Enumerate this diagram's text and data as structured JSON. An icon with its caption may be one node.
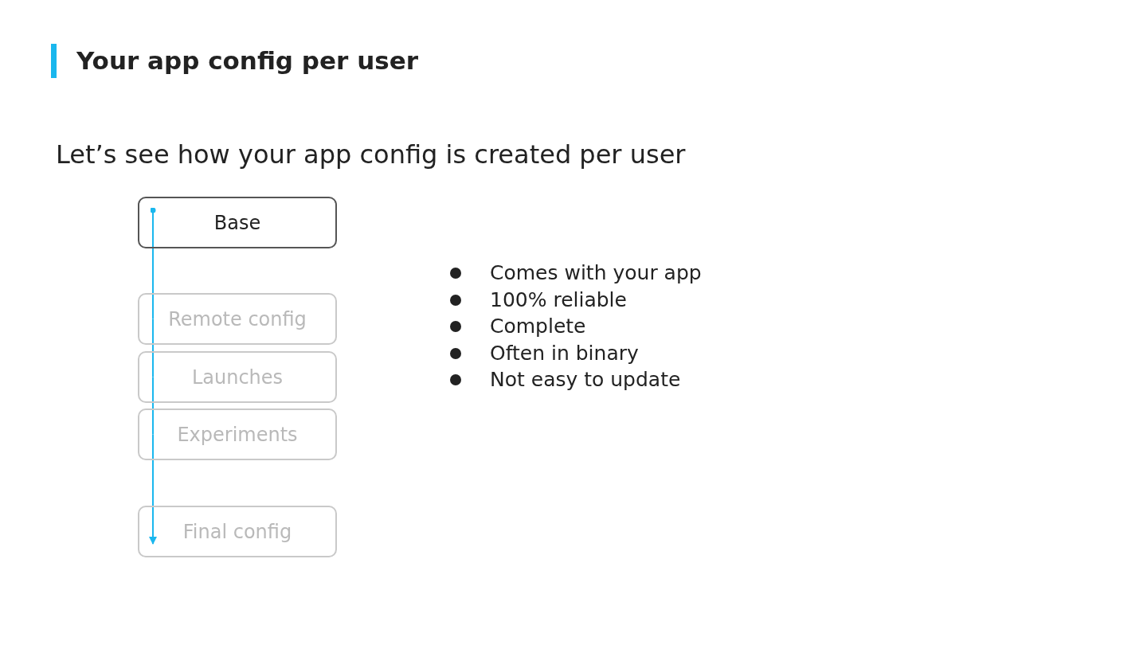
{
  "diagram": {
    "title": "Your app config per user",
    "nodes": [
      {
        "text": [
          "Base"
        ]
      },
      {
        "text": [
          "Remote config"
        ]
      },
      {
        "text": [
          "Launches"
        ]
      },
      {
        "text": [
          "Experiments"
        ]
      },
      {
        "text": [
          "Final config"
        ]
      }
    ],
    "edges": [
      {
        "from": 0,
        "to": 1,
        "arrow": "other",
        "color": "#1ab7ee"
      },
      {
        "from": 1,
        "to": 2,
        "arrow": "none",
        "color": "#1ab7ee"
      },
      {
        "from": 2,
        "to": 3,
        "arrow": "none",
        "color": "#1ab7ee"
      },
      {
        "from": 3,
        "to": 4,
        "arrow": "to",
        "color": "#1ab7ee"
      }
    ],
    "labels": [
      "Let’s see how your app config is created per user",
      "Comes with your app",
      "100% reliable",
      "Complete",
      "Often in binary",
      "Not easy to update"
    ]
  }
}
